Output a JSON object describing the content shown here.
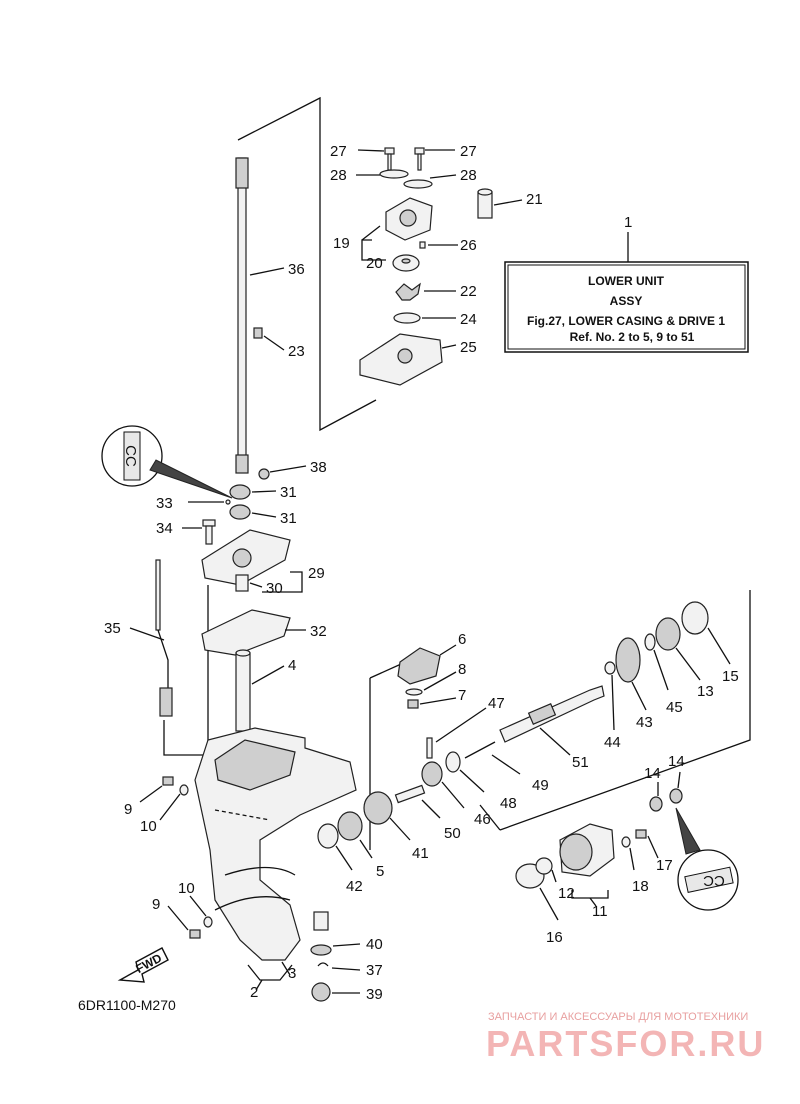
{
  "info_box": {
    "ref_number": "1",
    "line1": "LOWER UNIT",
    "line2": "ASSY",
    "line3": "Fig.27, LOWER CASING & DRIVE 1",
    "line4": "Ref. No. 2 to 5, 9 to 51"
  },
  "diagram_code": "6DR1100-M270",
  "fwd_label": "FWD",
  "watermark": {
    "tagline": "ЗАПЧАСТИ И АКСЕССУАРЫ ДЛЯ МОТОТЕХНИКИ",
    "brand": "PARTSFOR.RU"
  },
  "seal_marks": [
    "CC",
    "CC"
  ],
  "part_numbers": {
    "p2": "2",
    "p3": "3",
    "p4": "4",
    "p5": "5",
    "p6": "6",
    "p7": "7",
    "p8": "8",
    "p9a": "9",
    "p9b": "9",
    "p10a": "10",
    "p10b": "10",
    "p11": "11",
    "p12": "12",
    "p13": "13",
    "p14a": "14",
    "p14b": "14",
    "p15": "15",
    "p16": "16",
    "p17": "17",
    "p18": "18",
    "p19": "19",
    "p20": "20",
    "p21": "21",
    "p22": "22",
    "p23": "23",
    "p24": "24",
    "p25": "25",
    "p26": "26",
    "p27a": "27",
    "p27b": "27",
    "p28a": "28",
    "p28b": "28",
    "p29": "29",
    "p30": "30",
    "p31a": "31",
    "p31b": "31",
    "p32": "32",
    "p33": "33",
    "p34": "34",
    "p35": "35",
    "p36": "36",
    "p37": "37",
    "p38": "38",
    "p39": "39",
    "p40": "40",
    "p41": "41",
    "p42": "42",
    "p43": "43",
    "p44": "44",
    "p45": "45",
    "p46": "46",
    "p47": "47",
    "p48": "48",
    "p49": "49",
    "p50": "50",
    "p51": "51"
  }
}
